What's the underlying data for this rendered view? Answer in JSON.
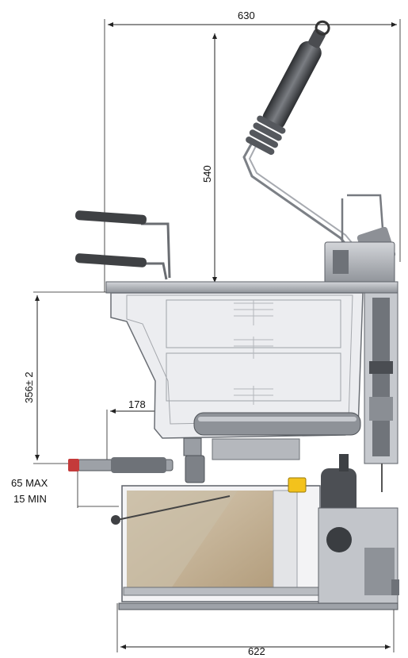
{
  "dimensions": {
    "overall_width": "630",
    "handle_height": "540",
    "tank_height": "356± 2",
    "drain_offset": "178",
    "drain_max": "65 MAX",
    "drain_min": "15 MIN",
    "base_width": "622"
  },
  "colors": {
    "steel": "#b9bcc1",
    "steel_dark": "#5d6168",
    "tank_glass": "#e9eaee",
    "oil_fill": "#c8b59a",
    "handle_dark": "#3f4144",
    "yellow_tag": "#f3c21c",
    "red_cap": "#c43a3a",
    "line": "#222222"
  }
}
